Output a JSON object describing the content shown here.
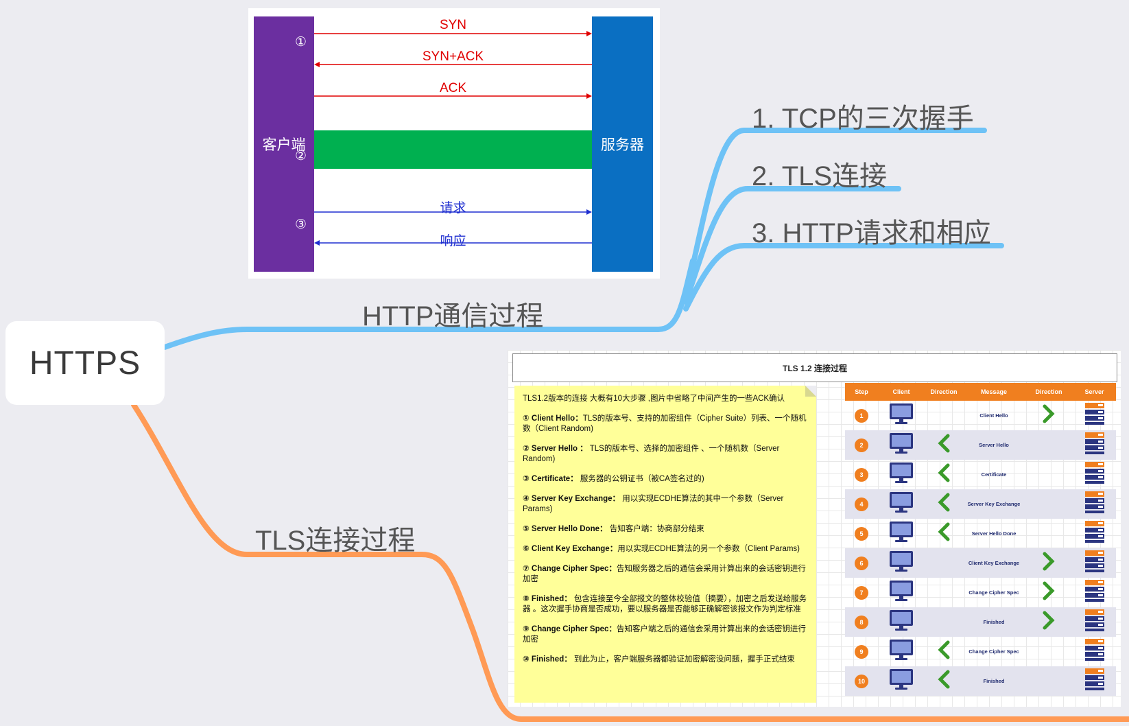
{
  "root": {
    "label": "HTTPS"
  },
  "colors": {
    "branch_top": "#6ec2f6",
    "branch_bottom": "#ff9a55",
    "background": "#ececf1"
  },
  "branches": [
    {
      "label": "HTTP通信过程",
      "children": [
        "1. TCP的三次握手",
        "2. TLS连接",
        "3. HTTP请求和相应"
      ]
    },
    {
      "label": "TLS连接过程"
    }
  ],
  "tcp_diagram": {
    "client_label": "客户端",
    "server_label": "服务器",
    "markers": [
      "①",
      "②",
      "③"
    ],
    "messages": [
      {
        "label": "SYN",
        "direction": "right",
        "color": "red"
      },
      {
        "label": "SYN+ACK",
        "direction": "left",
        "color": "red"
      },
      {
        "label": "ACK",
        "direction": "right",
        "color": "red"
      },
      {
        "label": "请求",
        "direction": "right",
        "color": "blue"
      },
      {
        "label": "响应",
        "direction": "left",
        "color": "blue"
      }
    ]
  },
  "tls_diagram": {
    "title": "TLS 1.2 连接过程",
    "note_intro": "TLS1.2版本的连接 大概有10大步骤 ,图片中省略了中间产生的一些ACK确认",
    "notes": [
      {
        "title": "① Client Hello：",
        "text": "TLS的版本号、支持的加密组件（Cipher Suite）列表、一个随机数（Client Random)"
      },
      {
        "title": "② Server Hello ：",
        "text": " TLS的版本号、选择的加密组件 、一个随机数（Server Random)"
      },
      {
        "title": "③ Certificate： ",
        "text": "服务器的公钥证书（被CA签名过的)"
      },
      {
        "title": "④ Server Key Exchange：",
        "text": "   用以实现ECDHE算法的其中一个参数（Server Params)"
      },
      {
        "title": "⑤ Server Hello Done： ",
        "text": "告知客户端：协商部分结束"
      },
      {
        "title": "⑥ Client Key Exchange：",
        "text": "用以实现ECDHE算法的另一个参数（Client Params)"
      },
      {
        "title": "⑦ Change Cipher Spec：",
        "text": "告知服务器之后的通信会采用计算出来的会话密钥进行加密"
      },
      {
        "title": "⑧ Finished： ",
        "text": "包含连接至今全部报文的整体校验值（摘要），加密之后发送给服务器 。这次握手协商是否成功，要以服务器是否能够正确解密该报文作为判定标准"
      },
      {
        "title": "⑨ Change Cipher Spec：",
        "text": "告知客户端之后的通信会采用计算出来的会话密钥进行加密"
      },
      {
        "title": "⑩ Finished： ",
        "text": "到此为止，客户端服务器都验证加密解密没问题，握手正式结束"
      }
    ],
    "table_headers": [
      "Step",
      "Client",
      "Direction",
      "Message",
      "Direction",
      "Server"
    ],
    "rows": [
      {
        "step": "1",
        "message": "Client Hello",
        "direction": "right"
      },
      {
        "step": "2",
        "message": "Server Hello",
        "direction": "left"
      },
      {
        "step": "3",
        "message": "Certificate",
        "direction": "left"
      },
      {
        "step": "4",
        "message": "Server Key Exchange",
        "direction": "left"
      },
      {
        "step": "5",
        "message": "Server Hello Done",
        "direction": "left"
      },
      {
        "step": "6",
        "message": "Client Key Exchange",
        "direction": "right"
      },
      {
        "step": "7",
        "message": "Change Cipher Spec",
        "direction": "right"
      },
      {
        "step": "8",
        "message": "Finished",
        "direction": "right"
      },
      {
        "step": "9",
        "message": "Change Cipher Spec",
        "direction": "left"
      },
      {
        "step": "10",
        "message": "Finished",
        "direction": "left"
      }
    ]
  }
}
